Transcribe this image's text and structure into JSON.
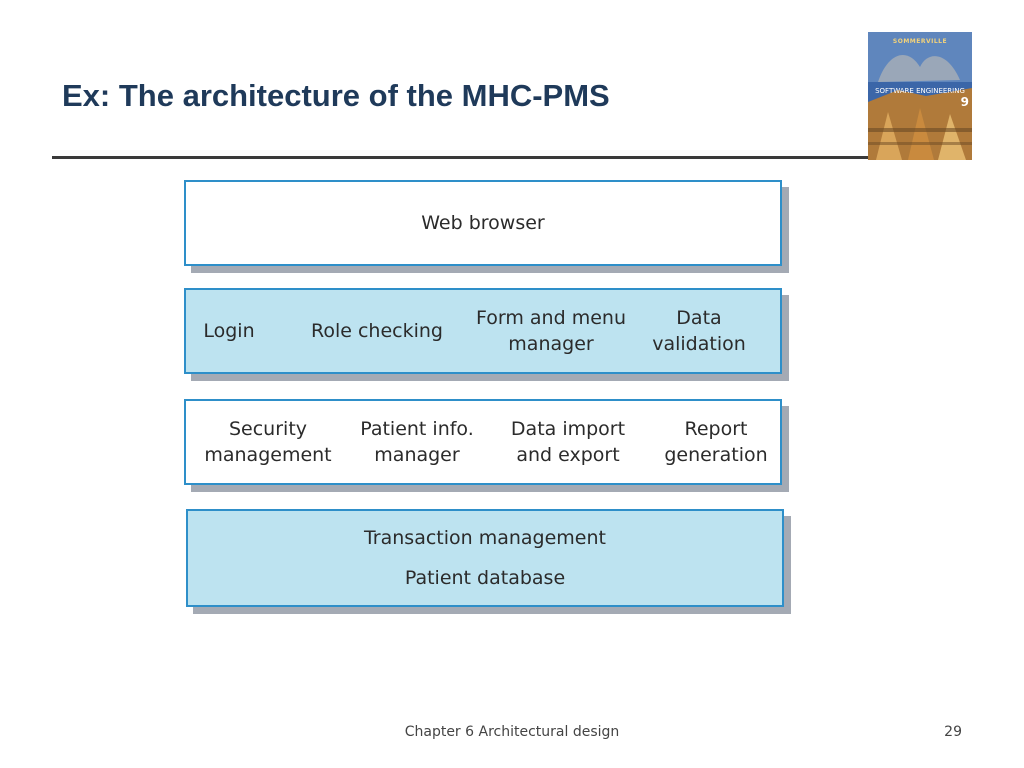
{
  "slide": {
    "title": "Ex: The architecture of the MHC-PMS",
    "footer": "Chapter 6 Architectural design",
    "page_number": "29"
  },
  "book": {
    "author": "SOMMERVILLE",
    "title": "SOFTWARE ENGINEERING",
    "edition": "9"
  },
  "diagram": {
    "layers": [
      {
        "components": [
          {
            "lines": [
              "Web browser"
            ]
          }
        ]
      },
      {
        "components": [
          {
            "lines": [
              "Login"
            ]
          },
          {
            "lines": [
              "Role checking"
            ]
          },
          {
            "lines": [
              "Form and menu",
              "manager"
            ]
          },
          {
            "lines": [
              "Data",
              "validation"
            ]
          }
        ]
      },
      {
        "components": [
          {
            "lines": [
              "Security",
              "management"
            ]
          },
          {
            "lines": [
              "Patient info.",
              "manager"
            ]
          },
          {
            "lines": [
              "Data import",
              "and export"
            ]
          },
          {
            "lines": [
              "Report",
              "generation"
            ]
          }
        ]
      },
      {
        "components": [
          {
            "lines": [
              "Transaction management"
            ]
          },
          {
            "lines": [
              "Patient database"
            ]
          }
        ]
      }
    ]
  },
  "colors": {
    "title": "#1f3a5a",
    "layer_border": "#2e8fc9",
    "layer_fill_blue": "#bde3f0",
    "layer_shadow": "#a4aab4"
  }
}
